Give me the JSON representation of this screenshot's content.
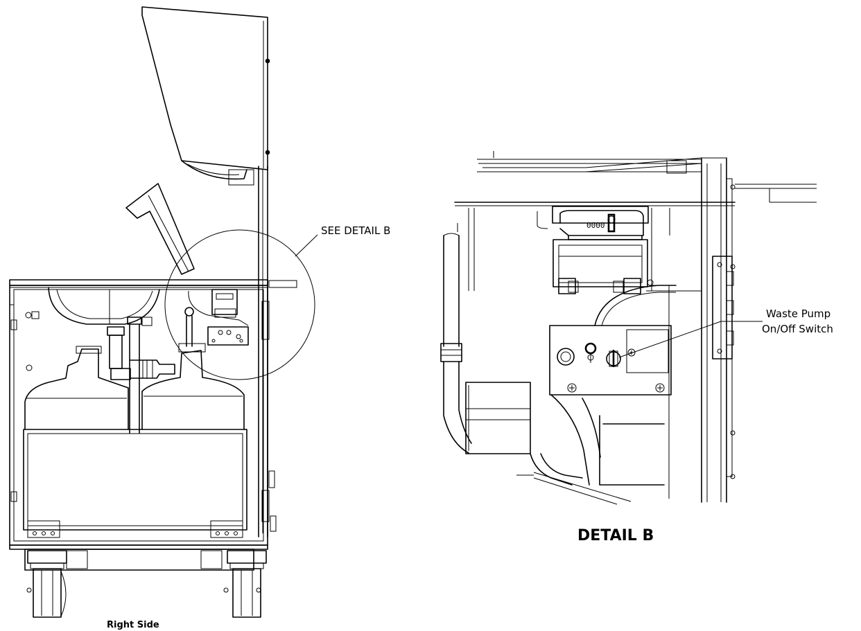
{
  "labels": {
    "see_detail": "SEE DETAIL B",
    "pump_switch_line1": "Waste Pump",
    "pump_switch_line2": "On/Off Switch",
    "detail_caption": "DETAIL B",
    "view_caption": "Right Side"
  },
  "pump_label_lines": [
    "0000"
  ]
}
